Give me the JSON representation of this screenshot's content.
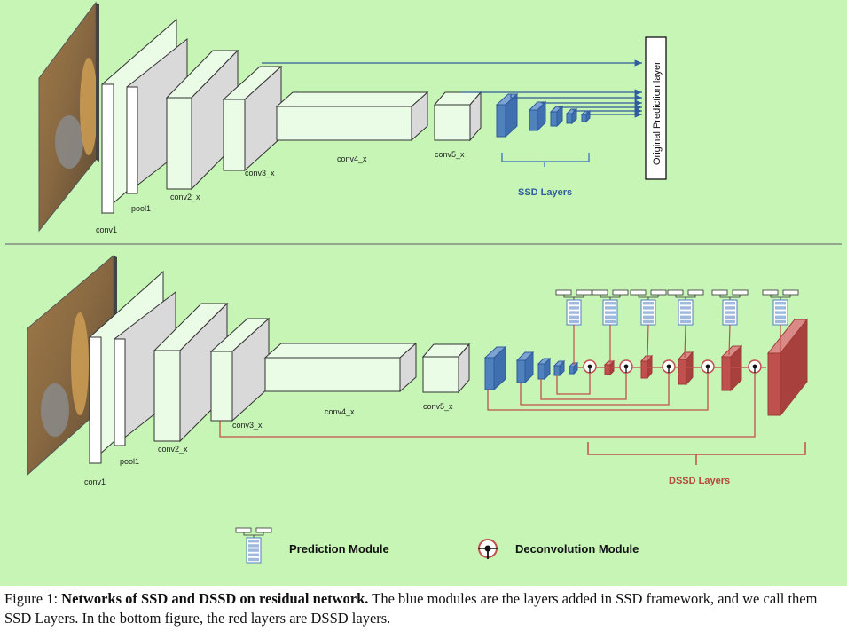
{
  "top": {
    "labels": {
      "conv1": "conv1",
      "pool1": "pool1",
      "conv2": "conv2_x",
      "conv3": "conv3_x",
      "conv4": "conv4_x",
      "conv5": "conv5_x"
    },
    "prediction_layer": "Original Prediction layer",
    "ssd_layers": "SSD Layers"
  },
  "bottom": {
    "labels": {
      "conv1": "conv1",
      "pool1": "pool1",
      "conv2": "conv2_x",
      "conv3": "conv3_x",
      "conv4": "conv4_x",
      "conv5": "conv5_x"
    },
    "dssd_layers": "DSSD Layers"
  },
  "legend": {
    "prediction": "Prediction Module",
    "deconvolution": "Deconvolution  Module"
  },
  "caption": {
    "prefix": "Figure 1: ",
    "bold": "Networks of SSD and DSSD on residual network.",
    "rest": " The blue modules are the layers added in SSD framework, and we call them SSD Layers. In the bottom figure, the red layers are DSSD layers."
  },
  "colors": {
    "background": "#c6f5b6",
    "ssd_blue": "#4f81bd",
    "dssd_red": "#c0504d",
    "block_face": "#eafbe6",
    "block_side": "#d9d9d9"
  }
}
